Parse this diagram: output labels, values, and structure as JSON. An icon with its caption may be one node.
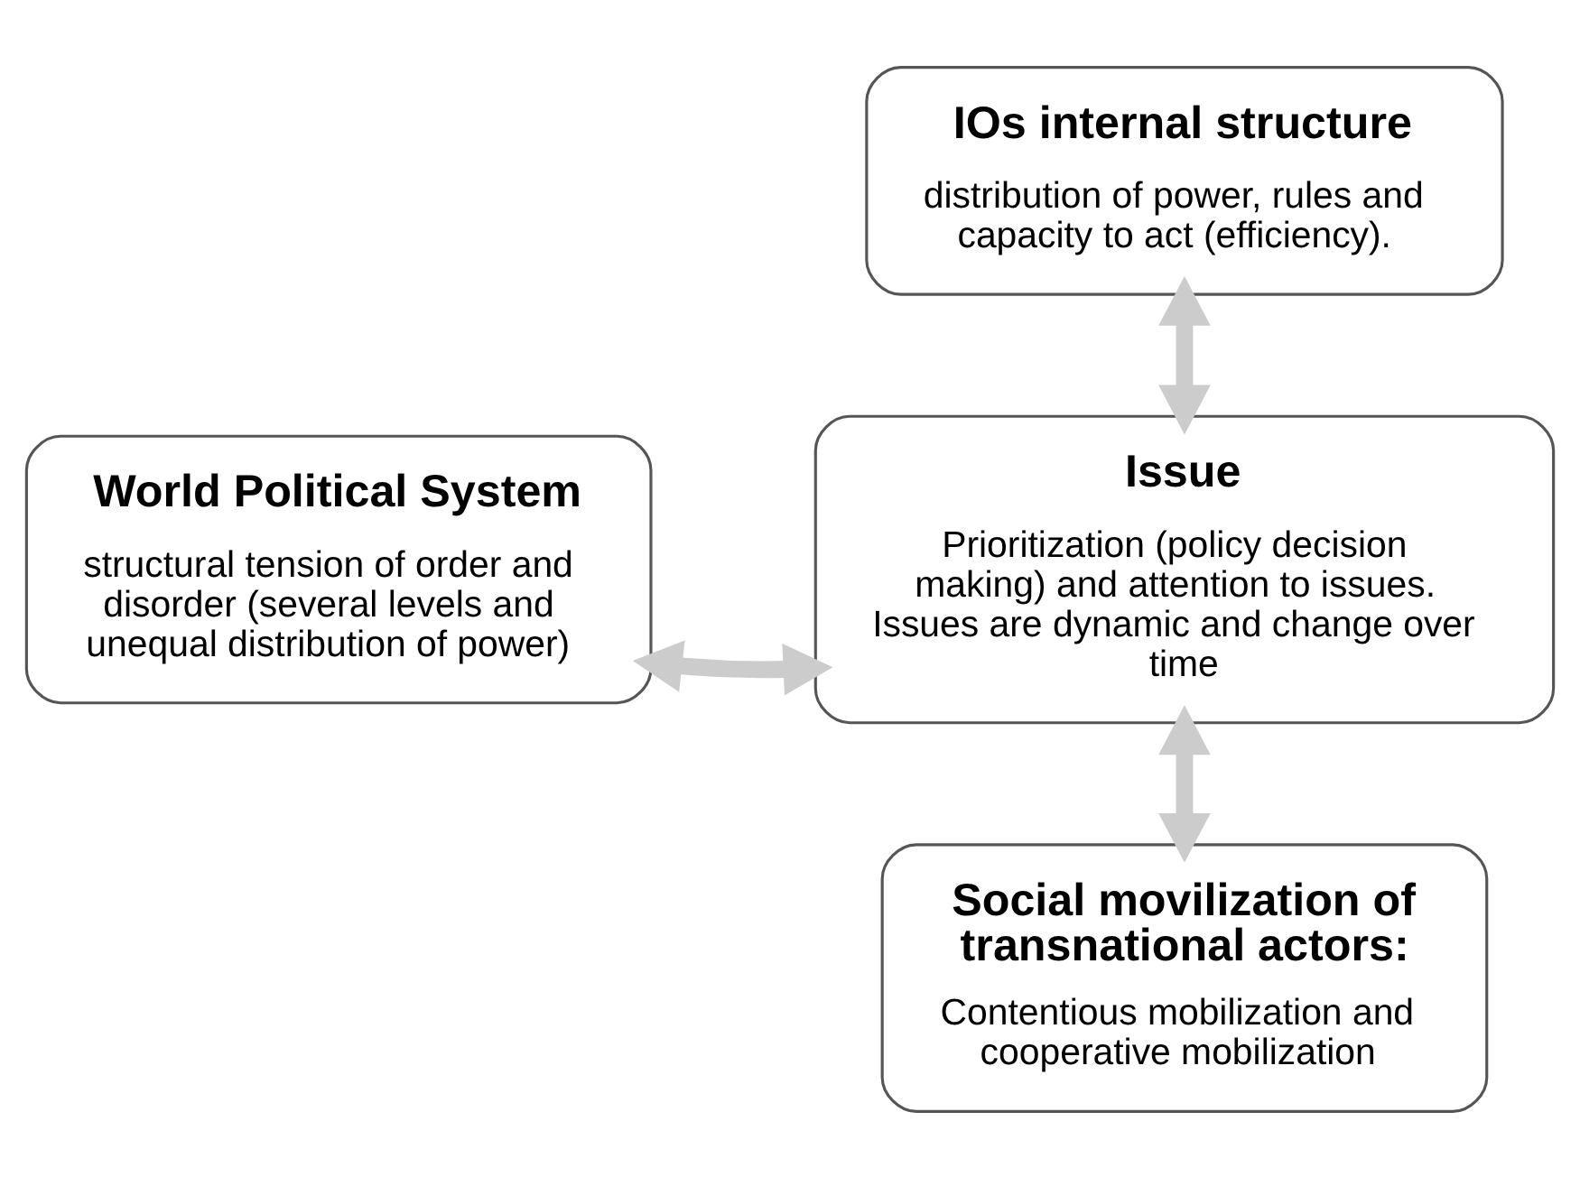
{
  "diagram": {
    "nodes": [
      {
        "text": [
          "IOs internal structure",
          "distribution of power, rules and capacity to act (efficiency)."
        ]
      },
      {
        "text": [
          "World Political System",
          "structural tension of order and disorder (several levels and unequal distribution of power)"
        ]
      },
      {
        "text": [
          "Issue",
          "Prioritization (policy decision making) and attention to issues. Issues are dynamic and change over time"
        ]
      },
      {
        "text": [
          "Social movilization of transnational actors:",
          "Contentious mobilization and cooperative mobilization"
        ]
      }
    ],
    "edges": [
      {
        "from": 0,
        "to": 2,
        "arrow": "both"
      },
      {
        "from": 1,
        "to": 2,
        "arrow": "both"
      },
      {
        "from": 2,
        "to": 3,
        "arrow": "both"
      }
    ]
  }
}
